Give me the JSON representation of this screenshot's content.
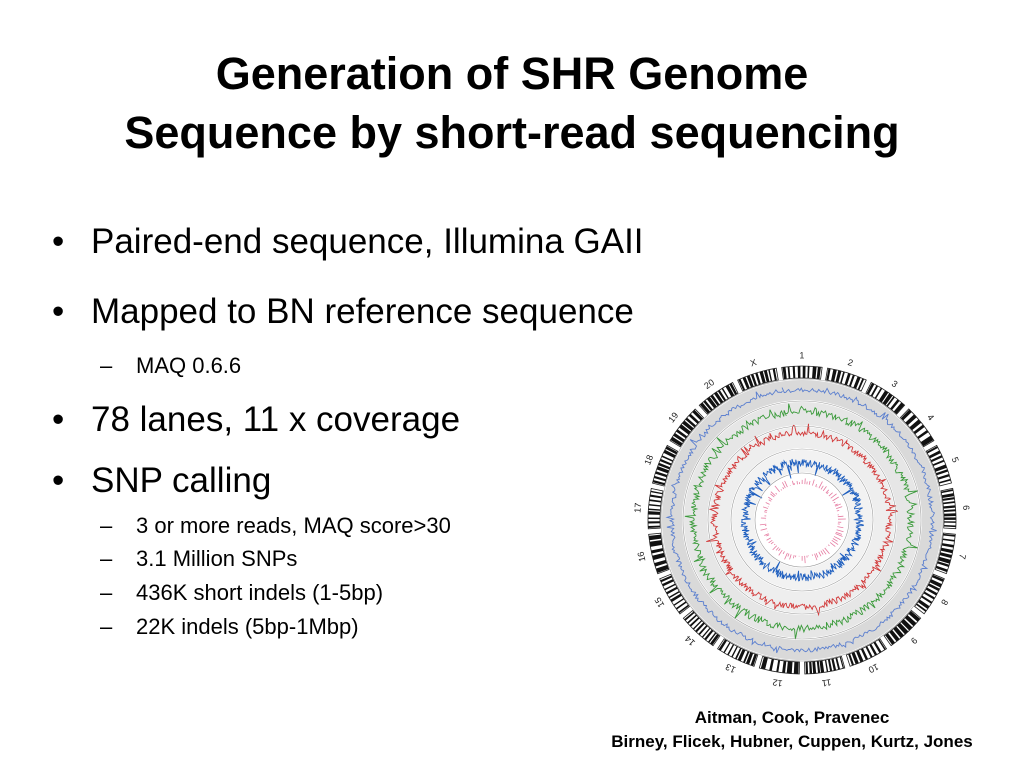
{
  "slide": {
    "title_line1": "Generation of SHR Genome",
    "title_line2": "Sequence by short-read sequencing"
  },
  "bullets": [
    {
      "marker": "•",
      "text": "Paired-end sequence, Illumina GAII"
    },
    {
      "marker": "•",
      "text": "Mapped to BN reference sequence"
    },
    {
      "marker": "–",
      "text": "MAQ 0.6.6"
    },
    {
      "marker": "•",
      "text": "78 lanes, 11 x coverage"
    },
    {
      "marker": "•",
      "text": "SNP calling"
    },
    {
      "marker": "–",
      "text": "3 or more reads, MAQ score>30"
    },
    {
      "marker": "–",
      "text": "3.1 Million SNPs"
    },
    {
      "marker": "–",
      "text": "436K short indels (1-5bp)"
    },
    {
      "marker": "–",
      "text": "22K indels (5bp-1Mbp)"
    }
  ],
  "figure": {
    "chromosome_labels": [
      "1",
      "2",
      "3",
      "4",
      "5",
      "6",
      "7",
      "8",
      "9",
      "10",
      "11",
      "12",
      "13",
      "14",
      "15",
      "16",
      "17",
      "18",
      "19",
      "20",
      "X"
    ],
    "colors": {
      "ideogram": "#111111",
      "track_gray": "#d9d9d9",
      "green_track": "#3a9a3a",
      "red_track": "#d23a3a",
      "blue_track": "#1f5fbf",
      "pink_inner": "#e57aa0"
    }
  },
  "credits": {
    "line1": "Aitman, Cook, Pravenec",
    "line2": "Birney, Flicek, Hubner, Cuppen, Kurtz, Jones"
  }
}
